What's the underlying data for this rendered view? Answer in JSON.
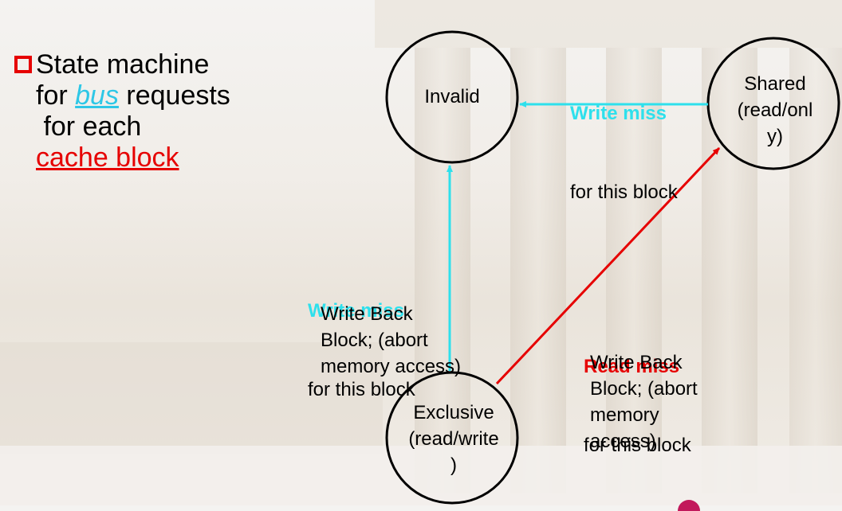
{
  "bullet": {
    "lines": [
      "State machine",
      "for ",
      "bus",
      " requests",
      " for each",
      "cache block"
    ]
  },
  "states": {
    "invalid": "Invalid",
    "shared": "Shared\n(read/onl\ny)",
    "exclusive": "Exclusive\n(read/write\n)"
  },
  "edges": {
    "shared_to_invalid": {
      "title": "Write miss",
      "subtitle": "for this block"
    },
    "exclusive_to_invalid": {
      "title": "Write miss",
      "subtitle": "for this block",
      "action": "Write Back\nBlock; (abort\nmemory access)"
    },
    "exclusive_to_shared": {
      "title": "Read miss",
      "subtitle": "for this block",
      "action": "Write Back\nBlock; (abort\nmemory\naccess)"
    }
  },
  "colors": {
    "cyan": "#2ee0ec",
    "red": "#e60000",
    "bus_word": "#2ec7e6"
  }
}
